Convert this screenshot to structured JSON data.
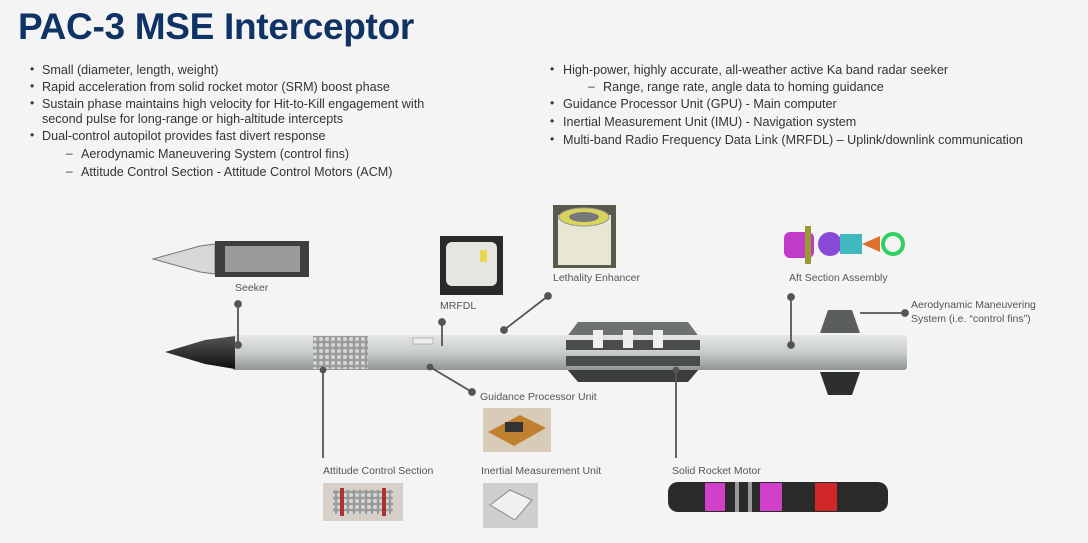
{
  "title": "PAC-3 MSE Interceptor",
  "left_bullets": [
    {
      "text": "Small (diameter, length, weight)"
    },
    {
      "text": "Rapid acceleration from solid rocket motor (SRM) boost phase"
    },
    {
      "text": "Sustain phase maintains high velocity for Hit-to-Kill engagement with",
      "text2": "second pulse for long-range or high-altitude intercepts"
    },
    {
      "text": "Dual-control autopilot provides fast divert response"
    }
  ],
  "left_subbullets": [
    "Aerodynamic Maneuvering System (control fins)",
    "Attitude Control Section - Attitude Control Motors (ACM)"
  ],
  "right_bullets": [
    "High-power, highly accurate, all-weather active Ka band radar seeker",
    "Guidance Processor Unit (GPU) - Main computer",
    "Inertial Measurement Unit (IMU) - Navigation system",
    "Multi-band Radio Frequency Data Link (MRFDL) – Uplink/downlink communication"
  ],
  "right_subbullets": [
    "Range, range rate, angle data to homing guidance"
  ],
  "bullet_char": "•",
  "dash_char": "–",
  "labels": {
    "seeker": "Seeker",
    "mrfdl": "MRFDL",
    "lethality": "Lethality Enhancer",
    "aft": "Aft Section Assembly",
    "aero1": "Aerodynamic Maneuvering",
    "aero2": "System (i.e. “control fins”)",
    "gpu": "Guidance Processor Unit",
    "acs": "Attitude Control Section",
    "imu": "Inertial Measurement Unit",
    "srm": "Solid Rocket Motor"
  },
  "colors": {
    "title": "#0f3364",
    "leader": "#555555"
  }
}
